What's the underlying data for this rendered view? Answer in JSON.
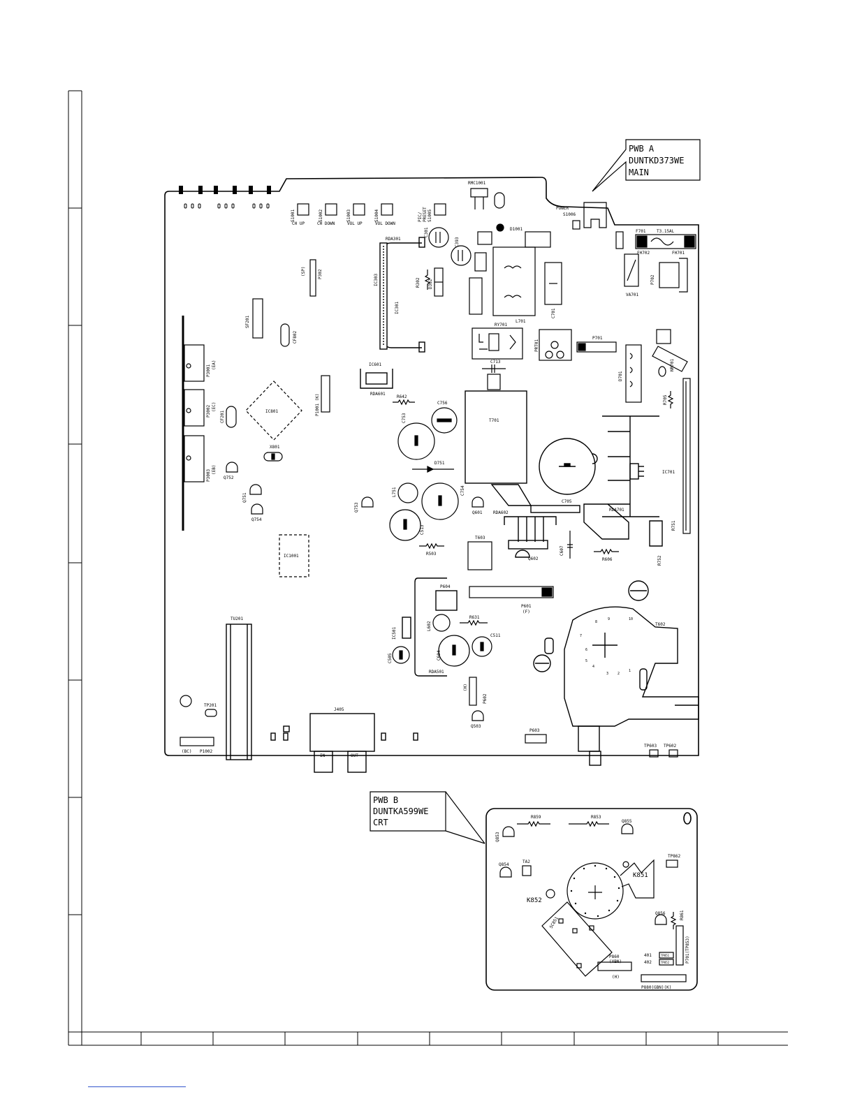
{
  "callout_a": {
    "line1": "PWB A",
    "line2": "DUNTKD373WE",
    "line3": "MAIN"
  },
  "callout_b": {
    "line1": "PWB B",
    "line2": "DUNTKA599WE",
    "line3": "CRT"
  },
  "pwb_a": {
    "switches": [
      "S1001",
      "S1002",
      "S1003",
      "S1004",
      "S1005"
    ],
    "switch_labels": [
      "CH UP",
      "CH DOWN",
      "VOL UP",
      "VOL DOWN",
      "PIC/",
      "PRESET"
    ],
    "power": "POWER",
    "power_switch": "S1006",
    "rmc": "RMC1001",
    "d1001": "D1001",
    "f701": "F701",
    "fuse": "T3.15AL",
    "fh702": "FH702",
    "fh701": "FH701",
    "va701": "VA701",
    "p702": "P702",
    "l701": "L701",
    "c701": "C701",
    "ry701": "RY701",
    "rda301": "RDA301",
    "c301": "C301",
    "c393": "C393",
    "r302": "R302",
    "d302": "D302",
    "ic303": "IC303",
    "ic301": "IC301",
    "p302": "P302",
    "sp_conn": "(SP)",
    "sf201": "SF201",
    "cf802": "CF802",
    "p3001": "P3001",
    "ea": "(EA)",
    "p3002": "P3002",
    "ec": "(EC)",
    "p3003": "P3003",
    "eb": "(EB)",
    "cf201": "CF201",
    "ic801": "IC801",
    "x801": "X801",
    "p1001": "P1001 (K)",
    "q752": "Q752",
    "q751": "Q751",
    "q754": "Q754",
    "q753": "Q753",
    "ic601": "IC601",
    "rda601": "RDA601",
    "r642": "R642",
    "c713": "C713",
    "c756": "C756",
    "c753": "C753",
    "t701": "T701",
    "d751": "D751",
    "c754": "C754",
    "l751": "L751",
    "c513": "C513",
    "q601": "Q601",
    "r503": "R503",
    "t603": "T603",
    "rda602": "RDA602",
    "q602": "Q602",
    "c607": "C607",
    "r606": "R606",
    "c705": "C705",
    "rda701": "RDA701",
    "ic701": "IC701",
    "r751": "R751",
    "r752": "R752",
    "r705": "R705",
    "d701": "D701",
    "nr701": "NR701",
    "pr701": "PRT01",
    "p701": "P701",
    "ic1001": "IC1001",
    "tu201": "TU201",
    "tp201": "TP201",
    "p1002": "P1002",
    "bc": "(BC)",
    "j405": "J405",
    "in": "IN",
    "out": "OUT",
    "p604": "P604",
    "l602": "L602",
    "r631": "R631",
    "c511": "C511",
    "c604": "C604",
    "ic501": "IC501",
    "c505": "C505",
    "rda501": "RDA501",
    "p602": "P602",
    "h": "(H)",
    "q503": "Q503",
    "p601": "P601",
    "f": "(F)",
    "p603": "P603",
    "t602": "T602",
    "tp603": "TP603",
    "tp602": "TP602"
  },
  "pwb_b": {
    "r859": "R859",
    "r853": "R853",
    "q855": "Q855",
    "q853": "Q853",
    "q854": "Q854",
    "q856": "Q856",
    "k851": "K851",
    "k852": "K852",
    "sc851": "SC851",
    "p860": "P860",
    "ybn": "(YBN)",
    "h": "(H)",
    "p880": "P880(GBN)(K)",
    "p401": "401",
    "p402": "402",
    "r861": "R861",
    "p701": "P701(TP853)",
    "tp851": "TP851",
    "tp852": "TP852",
    "ta2": "TA2",
    "tp862": "TP862"
  }
}
